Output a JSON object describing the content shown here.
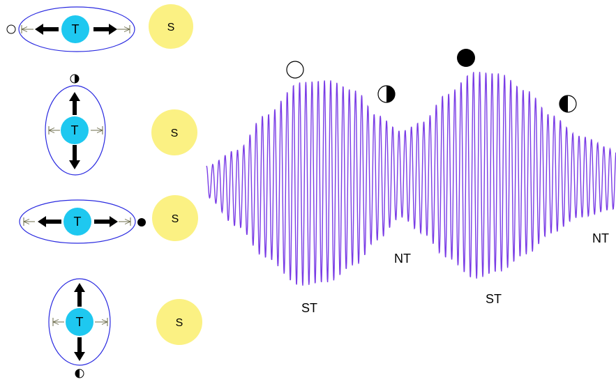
{
  "colors": {
    "earth": "#1ec8f0",
    "sun": "#fbf183",
    "orbit": "#2a2ae0",
    "wave": "#7a3ce6",
    "arrow": "#000000"
  },
  "earth_label": "T",
  "sun_label": "S",
  "tide_labels": {
    "spring_tide": "ST",
    "neap_tide": "NT"
  },
  "configurations": [
    {
      "moon_phase": "new-moon",
      "bulge_axis": "horizontal"
    },
    {
      "moon_phase": "first-quarter",
      "bulge_axis": "vertical"
    },
    {
      "moon_phase": "full-moon",
      "bulge_axis": "horizontal"
    },
    {
      "moon_phase": "last-quarter",
      "bulge_axis": "vertical"
    }
  ],
  "wave_phase_markers": [
    "new-moon",
    "first-quarter",
    "full-moon",
    "last-quarter"
  ],
  "icons": [
    "new-moon-icon",
    "first-quarter-icon",
    "full-moon-icon",
    "last-quarter-icon",
    "bold-arrow-icon",
    "thin-arrow-icon"
  ]
}
